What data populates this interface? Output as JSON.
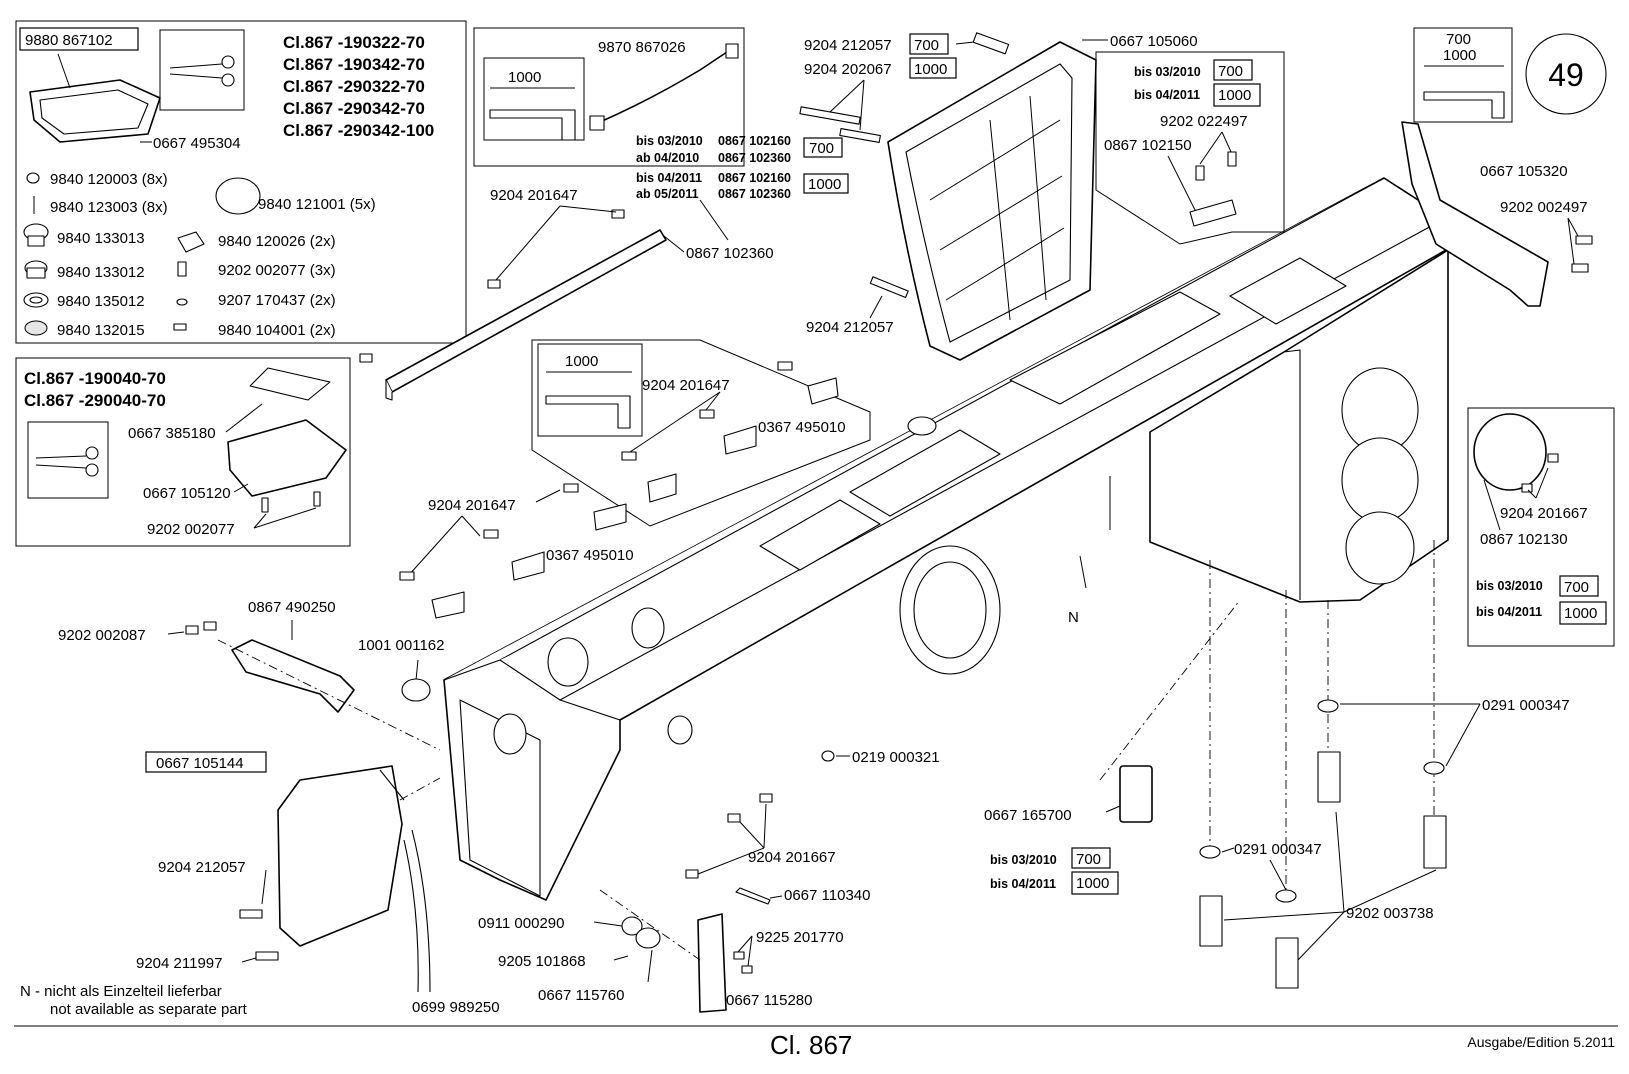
{
  "page_number": "49",
  "footer": {
    "title": "Cl. 867",
    "edition": "Ausgabe/Edition  5.2011"
  },
  "note": {
    "line1": "N - nicht als Einzelteil lieferbar",
    "line2": "not available as separate part"
  },
  "top_left_box": {
    "kit_number": "9880 867102",
    "classes": [
      "Cl.867 -190322-70",
      "Cl.867 -190342-70",
      "Cl.867 -290322-70",
      "Cl.867 -290342-70",
      "Cl.867 -290342-100"
    ],
    "tray": "0667 495304",
    "items_left": [
      "9840 120003 (8x)",
      "9840 123003 (8x)",
      "9840 133013",
      "9840 133012",
      "9840 135012",
      "9840 132015"
    ],
    "items_right": [
      "9840 121001 (5x)",
      "9840 120026 (2x)",
      "9202 002077 (3x)",
      "9207 170437 (2x)",
      "9840 104001 (2x)"
    ]
  },
  "mid_left_box": {
    "classes": [
      "Cl.867 -190040-70",
      "Cl.867 -290040-70"
    ],
    "items": [
      "0667 385180",
      "0667 105120",
      "9202 002077"
    ]
  },
  "cable_box": {
    "length": "1000",
    "part": "9870 867026"
  },
  "bracket_box_1": {
    "length": "1000"
  },
  "length_box_right": {
    "short": "700",
    "long": "1000"
  },
  "date_rows_top": [
    {
      "when": "bis  03/2010",
      "part": "0867 102160",
      "len": "700"
    },
    {
      "when": "ab   04/2010",
      "part": "0867 102360",
      "len": ""
    },
    {
      "when": "bis  04/2011",
      "part": "0867 102160",
      "len": "1000"
    },
    {
      "when": "ab   05/2011",
      "part": "0867 102360",
      "len": ""
    }
  ],
  "cover_box": {
    "rows": [
      {
        "when": "bis  03/2010",
        "len": "700"
      },
      {
        "when": "bis  04/2011",
        "len": "1000"
      }
    ],
    "items": [
      "9202 022497",
      "0867 102150"
    ]
  },
  "side_box": {
    "rows": [
      {
        "when": "bis  03/2010",
        "len": "700"
      },
      {
        "when": "bis  04/2011",
        "len": "1000"
      }
    ],
    "items": [
      "9204 201667",
      "0867 102130"
    ]
  },
  "part_165700": {
    "part": "0667 165700",
    "rows": [
      {
        "when": "bis  03/2010",
        "len": "700"
      },
      {
        "when": "bis  04/2011",
        "len": "1000"
      }
    ]
  },
  "top_bolts": [
    {
      "part": "9204 212057",
      "len": "700"
    },
    {
      "part": "9204 202067",
      "len": "1000"
    }
  ],
  "labels": {
    "l_0667105060": "0667 105060",
    "l_9204212057_top": "9204 212057",
    "l_0667105320": "0667 105320",
    "l_9202002497": "9202 002497",
    "l_9204201647_a": "9204 201647",
    "l_0867102360": "0867 102360",
    "l_9204201647_b": "9204 201647",
    "l_0367495010_a": "0367 495010",
    "l_9204201647_c": "9204 201647",
    "l_0367495010_b": "0367 495010",
    "l_0867490250": "0867 490250",
    "l_9202002087": "9202 002087",
    "l_1001001162": "1001 001162",
    "l_0667105144": "0667 105144",
    "l_9204212057_low": "9204 212057",
    "l_9204211997": "9204 211997",
    "l_0699989250": "0699 989250",
    "l_0219000321": "0219 000321",
    "l_9204201667_low": "9204 201667",
    "l_0667110340": "0667 110340",
    "l_0911000290": "0911 000290",
    "l_9205101868": "9205 101868",
    "l_0667115760": "0667 115760",
    "l_9225201770": "9225 201770",
    "l_0667115280": "0667 115280",
    "l_0291000347_a": "0291 000347",
    "l_0291000347_b": "0291 000347",
    "l_9202003738": "9202 003738",
    "l_N": "N"
  }
}
